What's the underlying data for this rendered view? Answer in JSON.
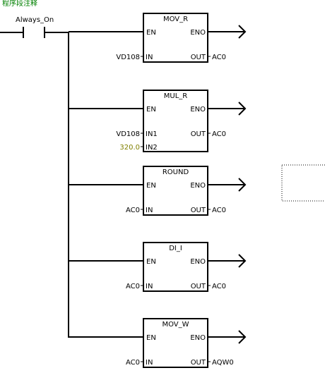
{
  "network": {
    "comment": "程序段注释",
    "contact_label": "Always_On"
  },
  "blocks": [
    {
      "title": "MOV_R",
      "en": "EN",
      "eno": "ENO",
      "inputs": [
        {
          "pin": "IN",
          "operand": "VD108"
        }
      ],
      "output": {
        "pin": "OUT",
        "operand": "AC0"
      }
    },
    {
      "title": "MUL_R",
      "en": "EN",
      "eno": "ENO",
      "inputs": [
        {
          "pin": "IN1",
          "operand": "VD108"
        },
        {
          "pin": "IN2",
          "operand": "320.0"
        }
      ],
      "output": {
        "pin": "OUT",
        "operand": "AC0"
      }
    },
    {
      "title": "ROUND",
      "en": "EN",
      "eno": "ENO",
      "inputs": [
        {
          "pin": "IN",
          "operand": "AC0"
        }
      ],
      "output": {
        "pin": "OUT",
        "operand": "AC0"
      }
    },
    {
      "title": "DI_I",
      "en": "EN",
      "eno": "ENO",
      "inputs": [
        {
          "pin": "IN",
          "operand": "AC0"
        }
      ],
      "output": {
        "pin": "OUT",
        "operand": "AC0"
      }
    },
    {
      "title": "MOV_W",
      "en": "EN",
      "eno": "ENO",
      "inputs": [
        {
          "pin": "IN",
          "operand": "AC0"
        }
      ],
      "output": {
        "pin": "OUT",
        "operand": "AQW0"
      }
    }
  ],
  "colors": {
    "wire": "#000000",
    "comment": "#008000",
    "constant": "#808000"
  },
  "icons": {
    "contact": "no-contact-icon",
    "eno_arrow": "arrow-right-icon"
  }
}
